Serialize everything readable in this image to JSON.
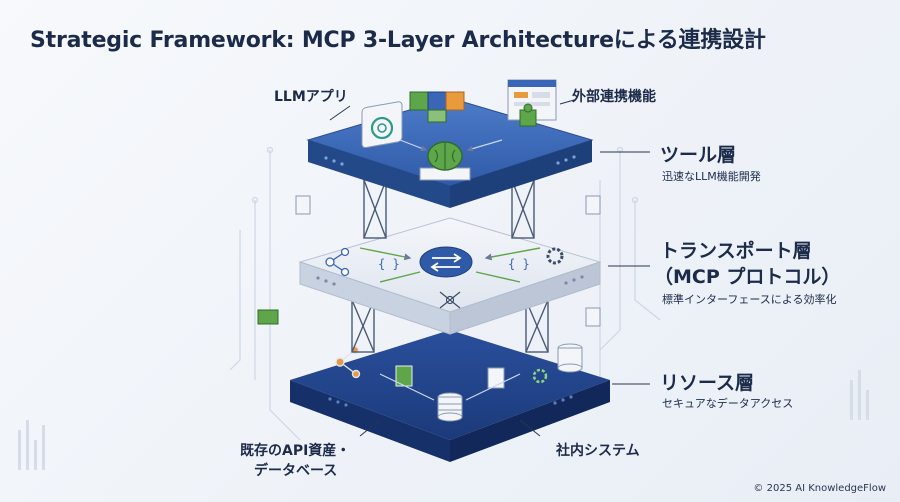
{
  "title": "Strategic Framework: MCP 3-Layer Architectureによる連携設計",
  "top_labels": {
    "llm_app": "LLMアプリ",
    "external": "外部連携機能"
  },
  "bottom_labels": {
    "legacy_line1": "既存のAPI資産・",
    "legacy_line2": "データベース",
    "internal": "社内システム"
  },
  "layers": [
    {
      "title": "ツール層",
      "subtitle": "迅速なLLM機能開発"
    },
    {
      "title_line1": "トランスポート層",
      "title_line2": "（MCP プロトコル）",
      "subtitle": "標準インターフェースによる効率化"
    },
    {
      "title": "リソース層",
      "subtitle": "セキュアなデータアクセス"
    }
  ],
  "copyright": "© 2025 AI KnowledgeFlow",
  "colors": {
    "navy": "#1d3a78",
    "blue": "#3a66b8",
    "light_gray": "#e6ebf3",
    "green": "#5fa54a",
    "orange": "#e89a3c",
    "purple": "#6b55b8"
  },
  "icons": [
    "brain-icon",
    "puzzle-icon",
    "openai-logo-icon",
    "window-icon",
    "transfer-arrows-icon",
    "gear-icon",
    "network-icon",
    "database-icon",
    "document-icon",
    "folder-icon"
  ]
}
